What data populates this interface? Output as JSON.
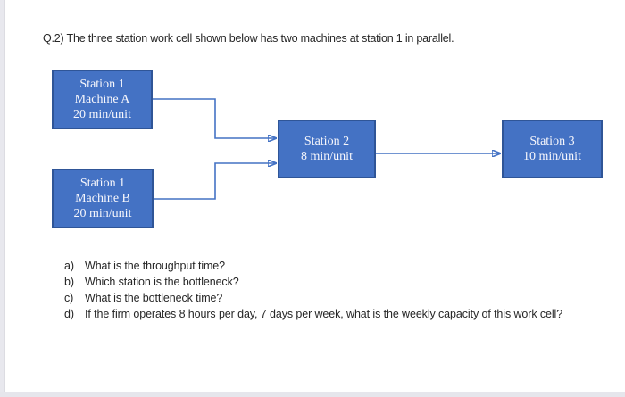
{
  "header": {
    "question_text": "Q.2) The three station work cell shown below has two machines at station 1 in parallel."
  },
  "diagram": {
    "type": "flow-diagram",
    "box_fill_color": "#4472C4",
    "box_border_color": "#2F5597",
    "box_text_color": "#F7F7FC",
    "connector_color": "#4472C4",
    "boxes": [
      {
        "name": "station-1-machine-a",
        "lines": [
          "Station 1",
          "Machine A",
          "20 min/unit"
        ]
      },
      {
        "name": "station-1-machine-b",
        "lines": [
          "Station 1",
          "Machine B",
          "20 min/unit"
        ]
      },
      {
        "name": "station-2",
        "lines": [
          "Station 2",
          "8 min/unit"
        ]
      },
      {
        "name": "station-3",
        "lines": [
          "Station 3",
          "10 min/unit"
        ]
      }
    ],
    "arrows": [
      {
        "from": "station-1-machine-a",
        "to": "station-2"
      },
      {
        "from": "station-1-machine-b",
        "to": "station-2"
      },
      {
        "from": "station-2",
        "to": "station-3"
      }
    ]
  },
  "questions": [
    {
      "label": "a)",
      "text": "What is the throughput time?"
    },
    {
      "label": "b)",
      "text": "Which station is the bottleneck?"
    },
    {
      "label": "c)",
      "text": "What is the bottleneck time?"
    },
    {
      "label": "d)",
      "text": "If the firm operates 8 hours per day, 7 days per week, what is the weekly capacity of this work cell?"
    }
  ]
}
